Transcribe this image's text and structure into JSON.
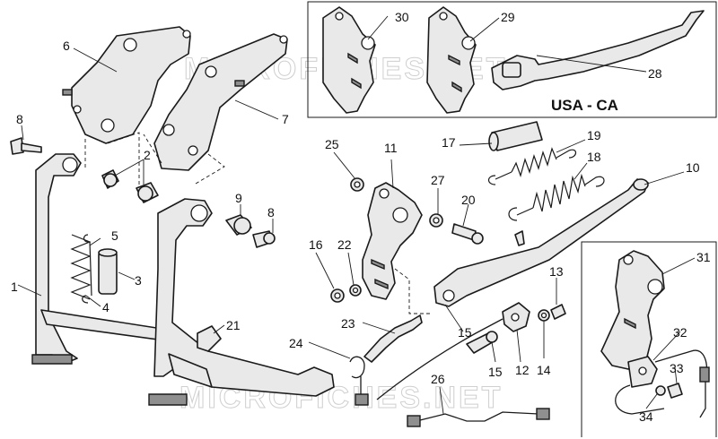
{
  "diagram": {
    "region_label": "USA - CA",
    "watermark": "MICROFICHES.NET",
    "callouts": {
      "c1": "1",
      "c2": "2",
      "c3": "3",
      "c4": "4",
      "c5": "5",
      "c6": "6",
      "c7": "7",
      "c8a": "8",
      "c8b": "8",
      "c9": "9",
      "c10": "10",
      "c11": "11",
      "c12": "12",
      "c13": "13",
      "c14": "14",
      "c15a": "15",
      "c15b": "15",
      "c16": "16",
      "c17": "17",
      "c18": "18",
      "c19": "19",
      "c20": "20",
      "c21": "21",
      "c22": "22",
      "c23": "23",
      "c24": "24",
      "c25": "25",
      "c26": "26",
      "c27": "27",
      "c28": "28",
      "c29": "29",
      "c30": "30",
      "c31": "31",
      "c32": "32",
      "c33": "33",
      "c34": "34"
    }
  }
}
